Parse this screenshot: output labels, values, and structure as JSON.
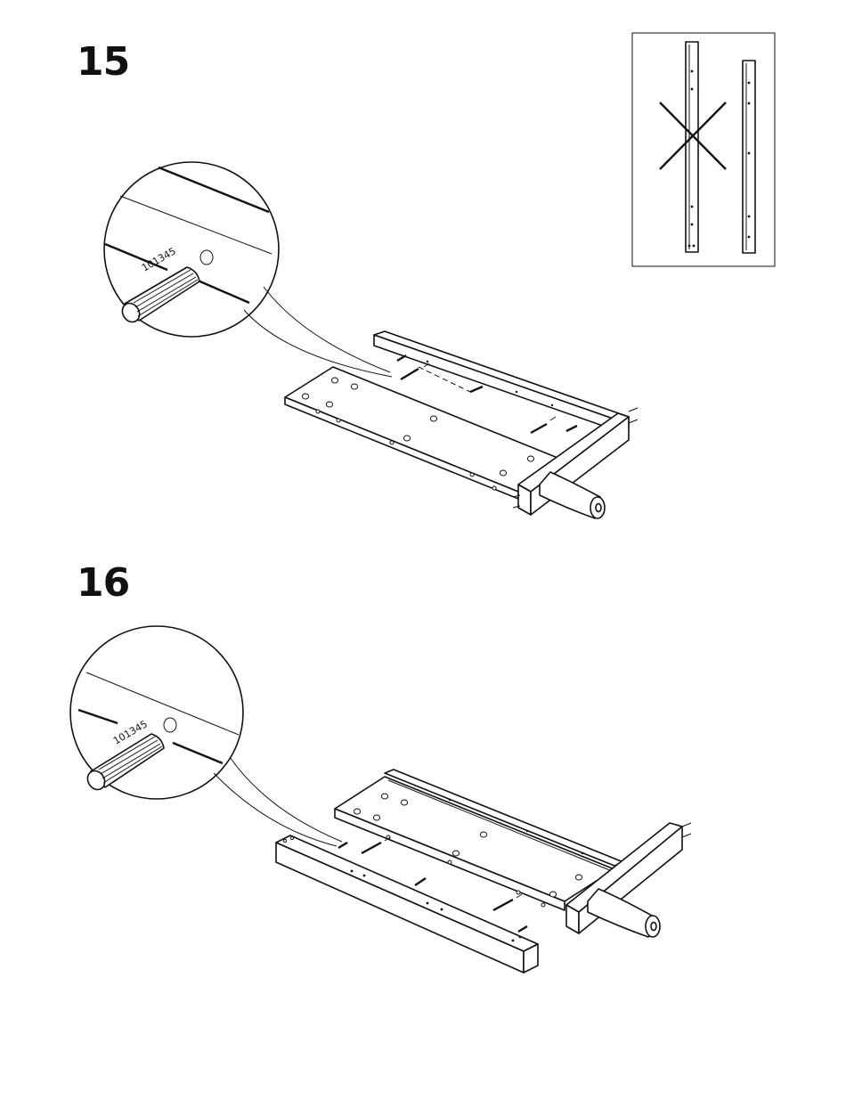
{
  "steps": [
    {
      "number": "15",
      "dowel_part_code": "101345"
    },
    {
      "number": "16",
      "dowel_part_code": "101345"
    }
  ],
  "icons": {
    "dowel": "wooden-dowel-icon",
    "wrong_choice": "cross-mark-icon"
  }
}
